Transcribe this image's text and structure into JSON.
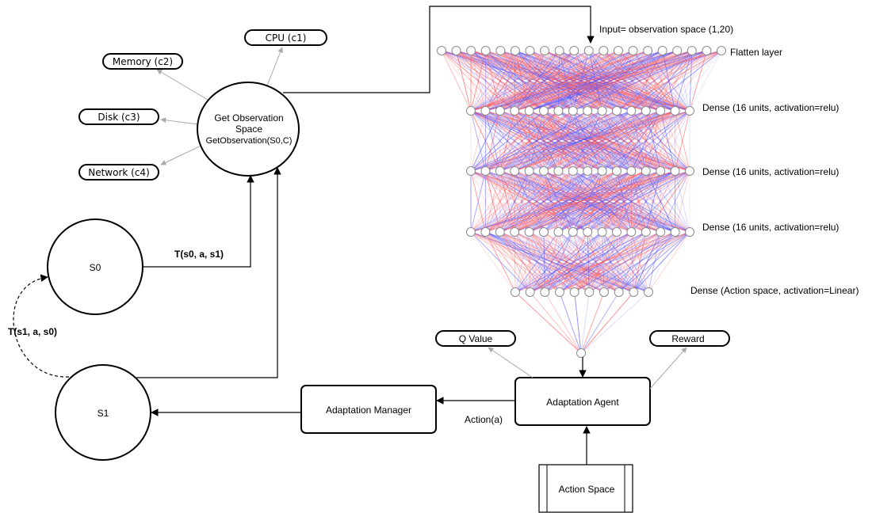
{
  "resources": {
    "cpu": "CPU (c1)",
    "memory": "Memory (c2)",
    "disk": "Disk (c3)",
    "network": "Network (c4)"
  },
  "observation": {
    "line1": "Get Observation",
    "line2": "Space",
    "line3": "GetObservation(S0,C)"
  },
  "states": {
    "s0": "S0",
    "s1": "S1"
  },
  "transitions": {
    "s0_to_obs": "T(s0, a, s1)",
    "s1_to_s0": "T(s1, a, s0)"
  },
  "network": {
    "input_label": "Input= observation space (1,20)",
    "layers": [
      {
        "label": "Flatten layer",
        "units": 20
      },
      {
        "label": "Dense (16 units, activation=relu)",
        "units": 16
      },
      {
        "label": "Dense (16 units, activation=relu)",
        "units": 16
      },
      {
        "label": "Dense (16 units, activation=relu)",
        "units": 16
      },
      {
        "label": "Dense (Action space, activation=Linear)",
        "units": 10
      }
    ],
    "output_units": 1,
    "colors": {
      "positive": "#ff4d4d",
      "negative": "#4d4dff"
    }
  },
  "q_value": "Q Value",
  "reward": "Reward",
  "agent": "Adaptation Agent",
  "manager": "Adaptation Manager",
  "action_label": "Action(a)",
  "action_space": "Action Space"
}
